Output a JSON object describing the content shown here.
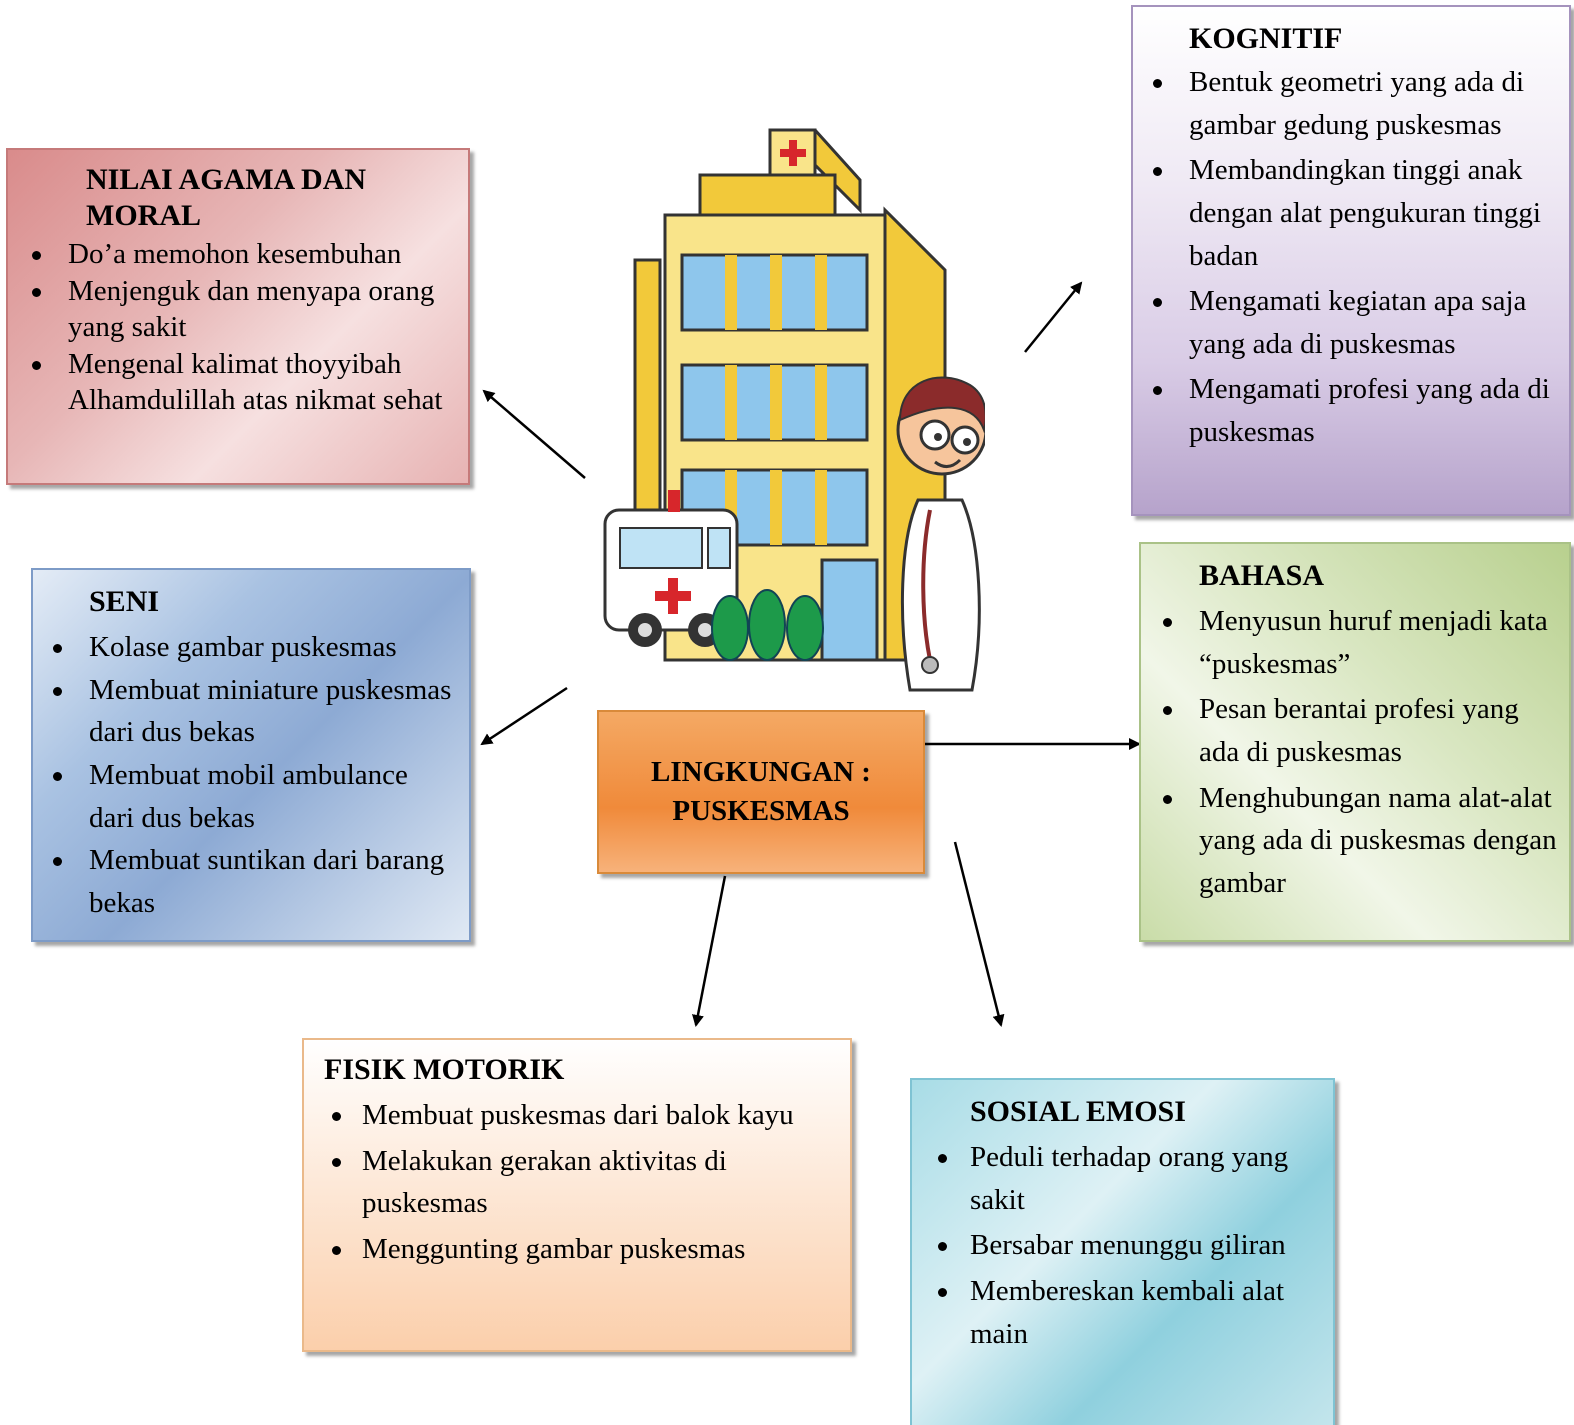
{
  "center": {
    "line1": "LINGKUNGAN :",
    "line2": "PUSKESMAS"
  },
  "nilai_agama": {
    "title_line1": "NILAI AGAMA DAN",
    "title_line2": "MORAL",
    "items": [
      "Do’a memohon kesembuhan",
      "Menjenguk dan menyapa orang yang sakit",
      " Mengenal kalimat thoyyibah Alhamdulillah atas nikmat sehat"
    ]
  },
  "seni": {
    "title": "SENI",
    "items": [
      "Kolase gambar puskesmas",
      "Membuat miniature puskesmas dari dus bekas",
      "Membuat mobil ambulance dari dus bekas",
      "Membuat suntikan dari barang bekas"
    ]
  },
  "kognitif": {
    "title": "KOGNITIF",
    "items": [
      "Bentuk geometri yang ada di gambar gedung puskesmas",
      "Membandingkan tinggi anak dengan alat pengukuran tinggi badan",
      "Mengamati kegiatan apa saja yang ada di puskesmas",
      "Mengamati profesi yang ada di puskesmas"
    ]
  },
  "bahasa": {
    "title": "BAHASA",
    "items": [
      "Menyusun huruf menjadi kata “puskesmas”",
      "Pesan berantai profesi yang ada di puskesmas",
      "Menghubungan nama alat-alat yang ada di puskesmas dengan gambar"
    ]
  },
  "fisik_motorik": {
    "title": "FISIK MOTORIK",
    "items": [
      "Membuat puskesmas dari balok kayu",
      "Melakukan gerakan aktivitas di puskesmas",
      "Menggunting gambar puskesmas"
    ]
  },
  "sosial_emosi": {
    "title": "SOSIAL EMOSI",
    "items": [
      "Peduli terhadap orang yang sakit",
      "Bersabar menunggu giliran",
      "Membereskan kembali alat main"
    ]
  },
  "illustration": {
    "icon": "hospital-building-with-doctor-and-ambulance"
  }
}
